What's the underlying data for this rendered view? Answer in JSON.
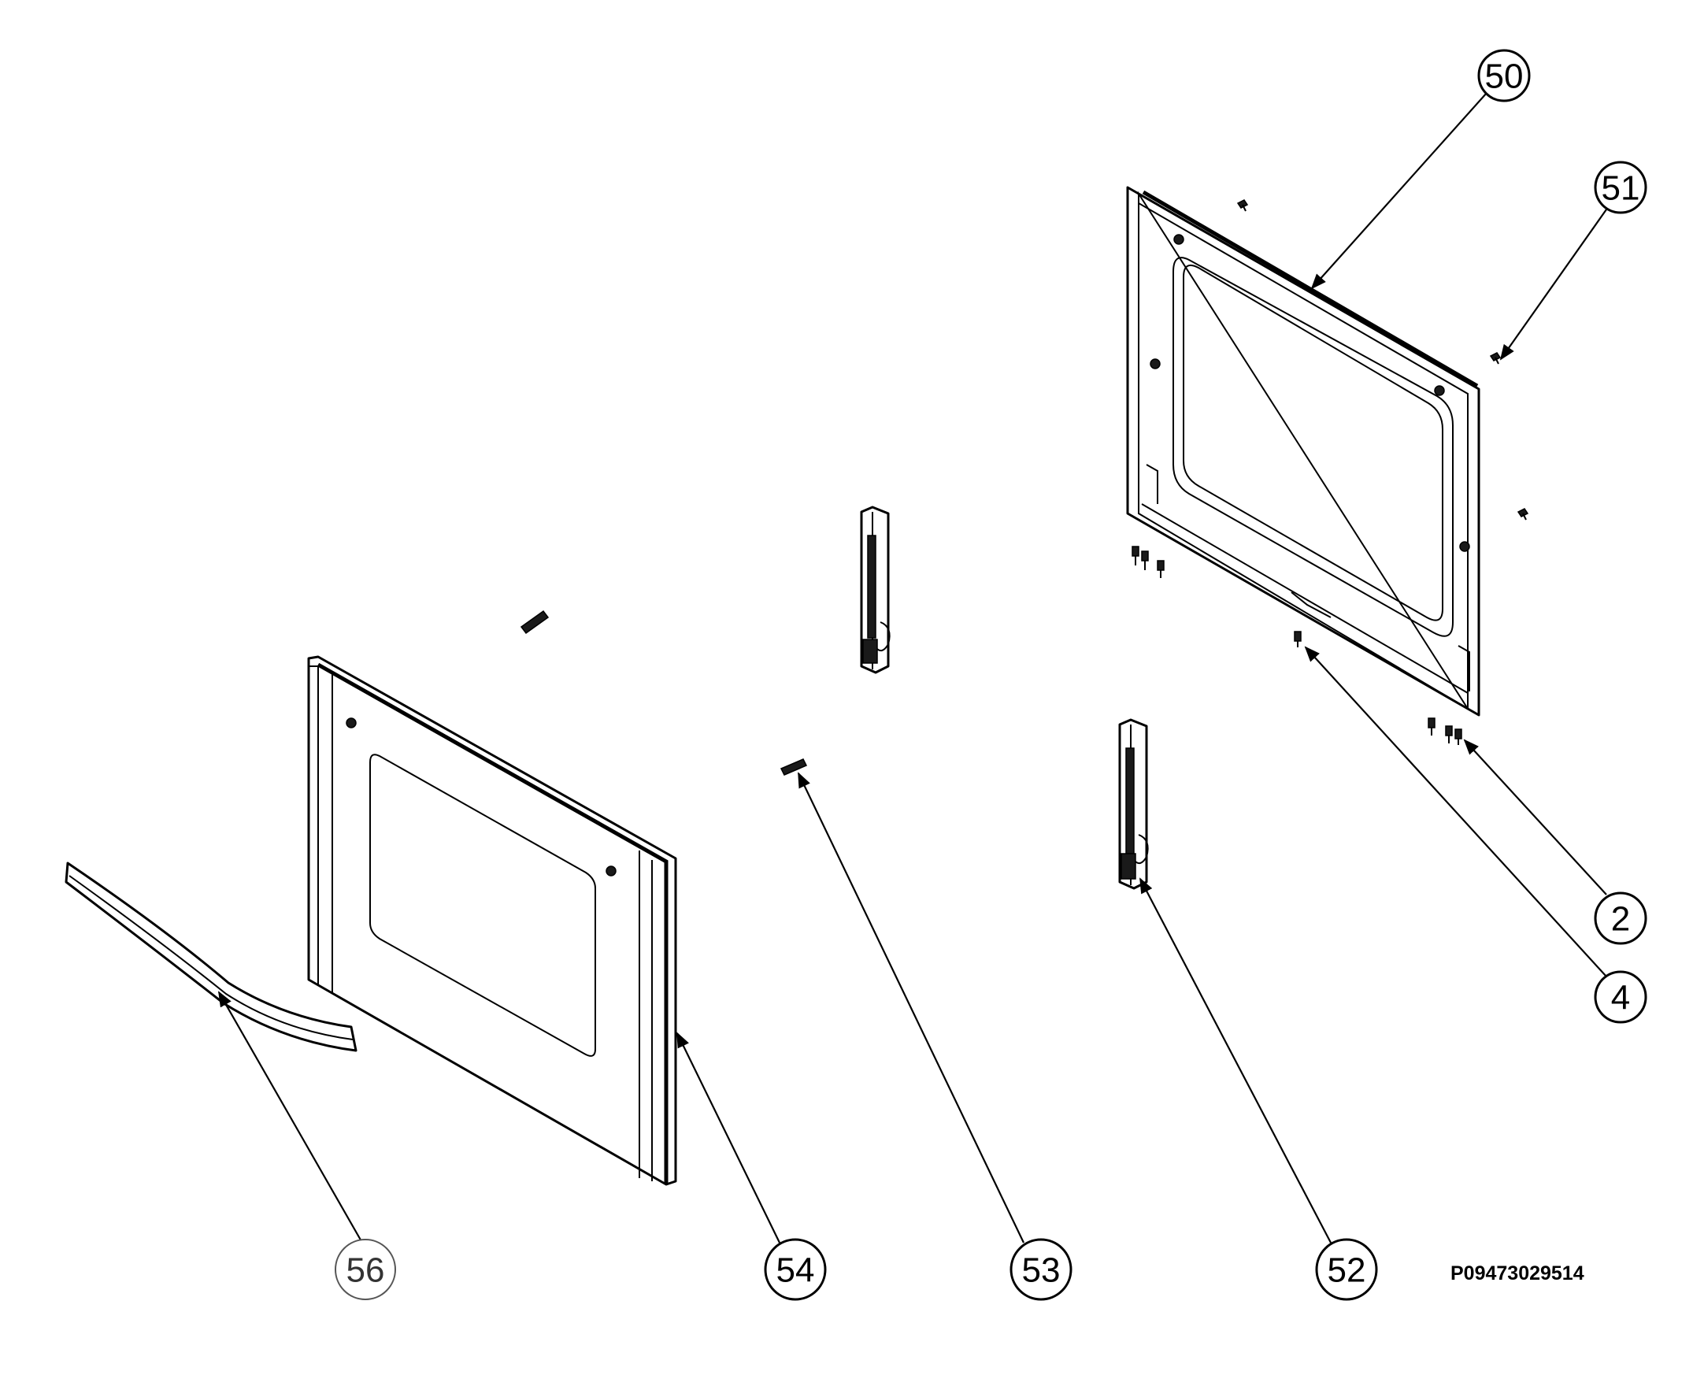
{
  "diagram": {
    "reference_code": "P09473029514",
    "callouts": [
      {
        "id": "50",
        "label": "50"
      },
      {
        "id": "51",
        "label": "51"
      },
      {
        "id": "2",
        "label": "2"
      },
      {
        "id": "4",
        "label": "4"
      },
      {
        "id": "56",
        "label": "56"
      },
      {
        "id": "54",
        "label": "54"
      },
      {
        "id": "53",
        "label": "53"
      },
      {
        "id": "52",
        "label": "52"
      }
    ]
  }
}
